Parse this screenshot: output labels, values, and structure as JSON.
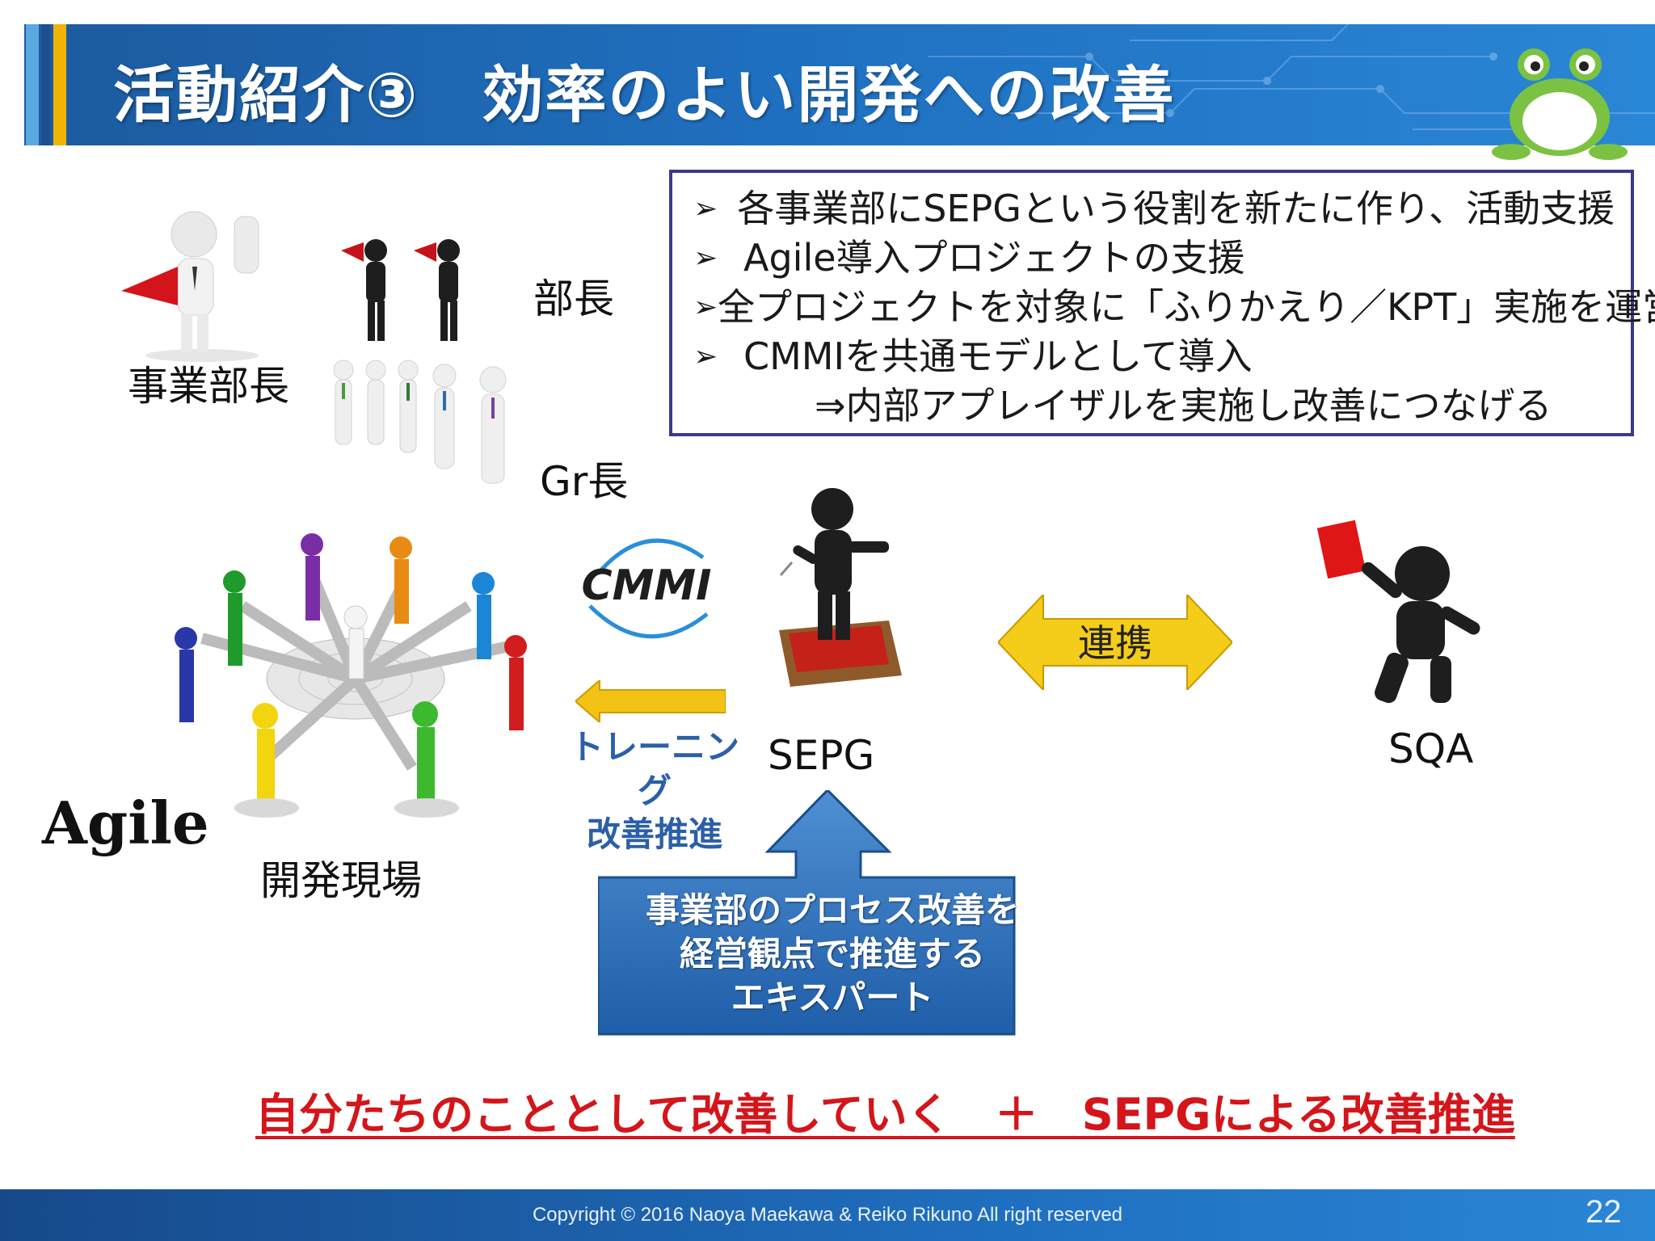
{
  "header": {
    "title": "活動紹介③　効率のよい開発への改善"
  },
  "info_box": {
    "bullets": [
      "各事業部にSEPGという役割を新たに作り、活動支援",
      "Agile導入プロジェクトの支援",
      "全プロジェクトを対象に「ふりかえり／KPT」実施を運営",
      "CMMIを共通モデルとして導入"
    ],
    "sub": "⇒内部アプレイザルを実施し改善につなげる"
  },
  "labels": {
    "bucho": "部長",
    "jigyobucho": "事業部長",
    "grcho": "Gr長",
    "kaihatsu_genba": "開発現場",
    "agile": "Agile",
    "cmmi": "CMMI",
    "sepg": "SEPG",
    "sqa": "SQA",
    "renkei": "連携",
    "training_1": "トレーニング",
    "training_2": "改善推進"
  },
  "blue_box": {
    "line1": "事業部のプロセス改善を",
    "line2": "経営観点で推進する",
    "line3": "エキスパート"
  },
  "slogan": "自分たちのこととして改善していく　＋　SEPGによる改善推進",
  "footer": {
    "copyright": "Copyright © 2016 Naoya Maekawa & Reiko Rikuno All right reserved",
    "page_number": "22"
  },
  "colors": {
    "header_blue": "#1f6fbf",
    "accent_yellow": "#f0b400",
    "slogan_red": "#d4151a",
    "box_border": "#3a3a8c",
    "training_blue": "#2c5fa8"
  }
}
